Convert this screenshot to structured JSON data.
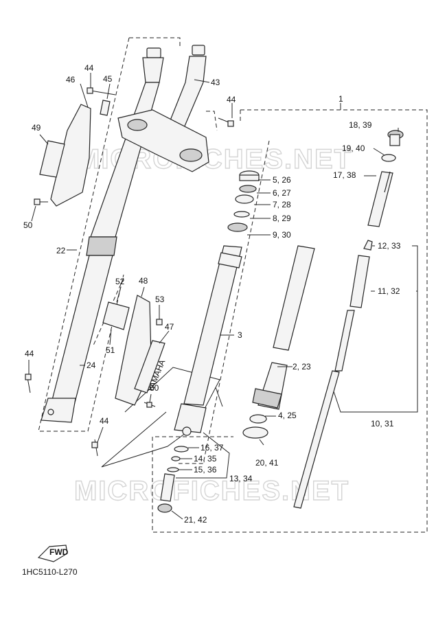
{
  "watermark": {
    "top": "MICROFICHES.NET",
    "bottom": "MICROFICHES.NET"
  },
  "diagram_code": "1HC5110-L270",
  "fwd_label": "FWD",
  "brand_decal": "YAMAHA",
  "callouts": {
    "c1": "1",
    "c3": "3",
    "c22": "22",
    "c24": "24",
    "c44a": "44",
    "c44b": "44",
    "c44c": "44",
    "c44d": "44",
    "c45": "45",
    "c46": "46",
    "c43": "43",
    "c49": "49",
    "c50a": "50",
    "c50b": "50",
    "c52": "52",
    "c48": "48",
    "c53": "53",
    "c47": "47",
    "c51": "51",
    "c18_39": "18, 39",
    "c19_40": "19, 40",
    "c17_38": "17, 38",
    "c5_26": "5, 26",
    "c6_27": "6, 27",
    "c7_28": "7, 28",
    "c8_29": "8, 29",
    "c9_30": "9, 30",
    "c12_33": "12, 33",
    "c11_32": "11, 32",
    "c2_23": "2, 23",
    "c4_25": "4, 25",
    "c10_31": "10, 31",
    "c20_41": "20, 41",
    "c16_37": "16, 37",
    "c14_35": "14, 35",
    "c15_36": "15, 36",
    "c13_34": "13, 34",
    "c21_42": "21, 42"
  }
}
